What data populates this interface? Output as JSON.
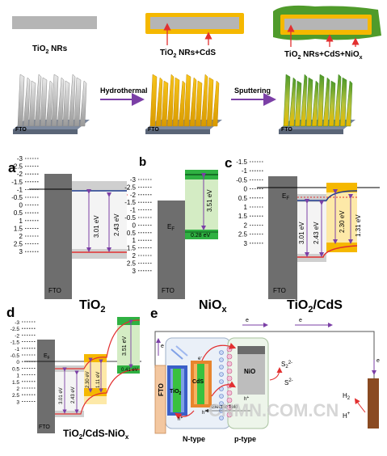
{
  "top": {
    "label_tio2": "TiO",
    "label_tio2_sub": "2",
    "label_tio2_tail": " NRs",
    "label_cds": "TiO",
    "label_cds_sub": "2",
    "label_cds_tail": " NRs+CdS",
    "label_nio": "TiO",
    "label_nio_sub": "2",
    "label_nio_tail": " NRs+CdS+NiO",
    "label_nio_x": "x",
    "arrow1": "Hydrothermal",
    "arrow2": "Sputtering",
    "fto": "FTO"
  },
  "panels": {
    "a": {
      "letter": "a",
      "fto": "FTO",
      "ef": "E",
      "ef_sub": "F",
      "gap1": "3.01 eV",
      "gap2": "2.43 eV",
      "title": "TiO",
      "title_sub": "2"
    },
    "b": {
      "letter": "b",
      "fto": "FTO",
      "ef": "E",
      "ef_sub": "F",
      "gap1": "3.51 eV",
      "gap2": "0.28 eV",
      "title": "NiO",
      "title_sub": "x"
    },
    "c": {
      "letter": "c",
      "fto": "FTO",
      "ef": "E",
      "ef_sub": "F",
      "gap1": "3.01 eV",
      "gap2": "2.43 eV",
      "gap3": "2.30 eV",
      "gap4": "1.31 eV",
      "title": "TiO",
      "title_sub": "2",
      "title_tail": "/CdS"
    },
    "d": {
      "letter": "d",
      "fto": "FTO",
      "ef": "E",
      "ef_sub": "F",
      "gap1": "3.01 eV",
      "gap2": "2.43 eV",
      "gap3": "2.30 eV",
      "gap4": "1.11 eV",
      "gap5": "3.51 eV",
      "gap6": "0.41 eV",
      "title": "TiO",
      "title_sub": "2",
      "title_tail": "/CdS-NiO",
      "title_x": "x"
    },
    "e": {
      "letter": "e",
      "fto": "FTO",
      "tio2": "TiO",
      "tio2_sub": "2",
      "cds": "CdS",
      "nio": "NiO",
      "e": "e",
      "h": "h",
      "plus": "+",
      "minus": "-",
      "field": "Electric field",
      "ntype": "N-type",
      "ptype": "p-type",
      "s2": "S",
      "s2_sub": "2",
      "s2_sup": "2-",
      "s_sup": "2-",
      "h2": "H",
      "h2_sub": "2",
      "hplus": "H",
      "hplus_sup": "+"
    }
  },
  "ticks": {
    "a": [
      "-3",
      "-2.5",
      "-2",
      "-1.5",
      "-1",
      "-0.5",
      "0",
      "0.5",
      "1",
      "1.5",
      "2",
      "2.5",
      "3"
    ],
    "b": [
      "-3",
      "-2.5",
      "-2",
      "-1.5",
      "-1",
      "-0.5",
      "0",
      "0.5",
      "1",
      "1.5",
      "2",
      "2.5",
      "3"
    ],
    "c": [
      "-1.5",
      "-1",
      "-0.5",
      "0",
      "0.5",
      "1",
      "1.5",
      "2",
      "2.5",
      "3"
    ],
    "d": [
      "-3",
      "-2.5",
      "-2",
      "-1.5",
      "-1",
      "-0.5",
      "0",
      "0.5",
      "1",
      "1.5",
      "2",
      "2.5",
      "3"
    ]
  },
  "watermark": "CNMN.COM.CN",
  "colors": {
    "fto": "#6e6e6e",
    "tio2": "#d9d9d9",
    "cds": "#f5b800",
    "nio": "#3dbb48",
    "arrow": "#7b3fa6",
    "red": "#e23030"
  }
}
